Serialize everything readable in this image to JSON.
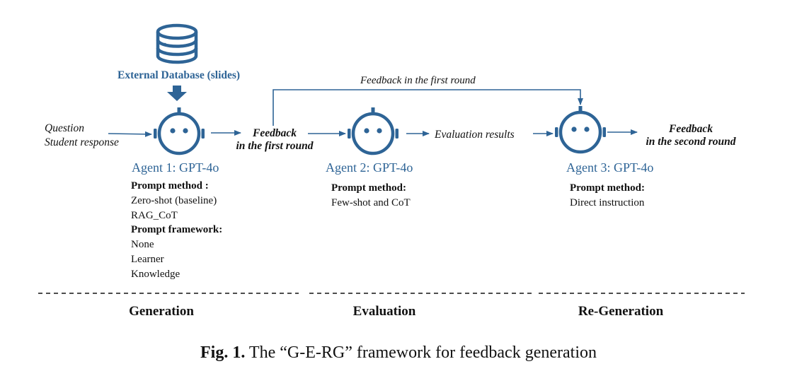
{
  "database": {
    "label": "External Database (slides)",
    "icon": "database-icon"
  },
  "inputs": {
    "question": "Question",
    "student_response": "Student response"
  },
  "top_loop_label": "Feedback in the first round",
  "feedback_first": {
    "line1": "Feedback",
    "line2": "in the first round"
  },
  "evaluation_results": "Evaluation results",
  "feedback_second": {
    "line1": "Feedback",
    "line2": "in the second round"
  },
  "agents": [
    {
      "title": "Agent 1: GPT-4o",
      "icon": "robot-icon",
      "details": [
        {
          "text": "Prompt method :",
          "bold": true
        },
        {
          "text": "Zero-shot (baseline)",
          "bold": false
        },
        {
          "text": "RAG_CoT",
          "bold": false
        },
        {
          "text": "Prompt framework:",
          "bold": true
        },
        {
          "text": "None",
          "bold": false
        },
        {
          "text": "Learner",
          "bold": false
        },
        {
          "text": "Knowledge",
          "bold": false
        }
      ]
    },
    {
      "title": "Agent 2: GPT-4o",
      "icon": "robot-icon",
      "details": [
        {
          "text": "Prompt method:",
          "bold": true
        },
        {
          "text": "Few-shot and CoT",
          "bold": false
        }
      ]
    },
    {
      "title": "Agent 3: GPT-4o",
      "icon": "robot-icon",
      "details": [
        {
          "text": "Prompt method:",
          "bold": true
        },
        {
          "text": "Direct instruction",
          "bold": false
        }
      ]
    }
  ],
  "phases": [
    "Generation",
    "Evaluation",
    "Re-Generation"
  ],
  "caption": {
    "label": "Fig. 1.",
    "text": "The “G-E-RG” framework for feedback generation"
  },
  "colors": {
    "accent": "#2e6496",
    "text": "#111111"
  }
}
